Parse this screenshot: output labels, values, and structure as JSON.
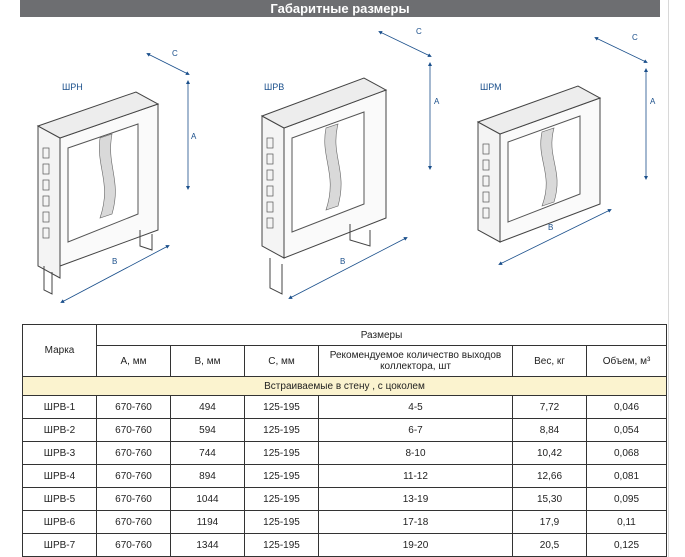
{
  "page_title": "Габаритные размеры",
  "drawings": {
    "cabinets": [
      {
        "name": "ШРН",
        "dims": [
          "C",
          "A",
          "B"
        ]
      },
      {
        "name": "ШРВ",
        "dims": [
          "C",
          "A",
          "B"
        ]
      },
      {
        "name": "ШРМ",
        "dims": [
          "C",
          "A",
          "B"
        ]
      }
    ]
  },
  "table": {
    "header_marka": "Марка",
    "header_group": "Размеры",
    "columns": [
      "А, мм",
      "В, мм",
      "С, мм",
      "Рекомендуемое количество выходов коллектора, шт",
      "Вес, кг",
      "Объем, м³"
    ],
    "section_title": "Встраиваемые в стену , с цоколем",
    "rows": [
      [
        "ШРВ-1",
        "670-760",
        "494",
        "125-195",
        "4-5",
        "7,72",
        "0,046"
      ],
      [
        "ШРВ-2",
        "670-760",
        "594",
        "125-195",
        "6-7",
        "8,84",
        "0,054"
      ],
      [
        "ШРВ-3",
        "670-760",
        "744",
        "125-195",
        "8-10",
        "10,42",
        "0,068"
      ],
      [
        "ШРВ-4",
        "670-760",
        "894",
        "125-195",
        "11-12",
        "12,66",
        "0,081"
      ],
      [
        "ШРВ-5",
        "670-760",
        "1044",
        "125-195",
        "13-19",
        "15,30",
        "0,095"
      ],
      [
        "ШРВ-6",
        "670-760",
        "1194",
        "125-195",
        "17-18",
        "17,9",
        "0,11"
      ],
      [
        "ШРВ-7",
        "670-760",
        "1344",
        "125-195",
        "19-20",
        "20,5",
        "0,125"
      ]
    ]
  },
  "colors": {
    "header_bg": "#6d6e71",
    "section_bg": "#fbf3cf",
    "dim_lines": "#1a4f8b"
  }
}
